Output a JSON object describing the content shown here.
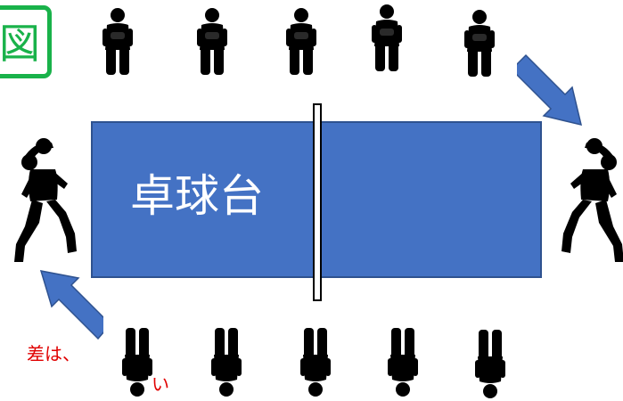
{
  "badge": {
    "text": "図",
    "color": "#19b24a"
  },
  "table": {
    "label": "卓球台",
    "fill": "#4472c4"
  },
  "note": {
    "line1": "差は、",
    "line2": "い",
    "color": "#e00000"
  },
  "spectators_top": {
    "count": 5
  },
  "spectators_bottom": {
    "count": 5
  },
  "arrow_color": "#4472c4"
}
